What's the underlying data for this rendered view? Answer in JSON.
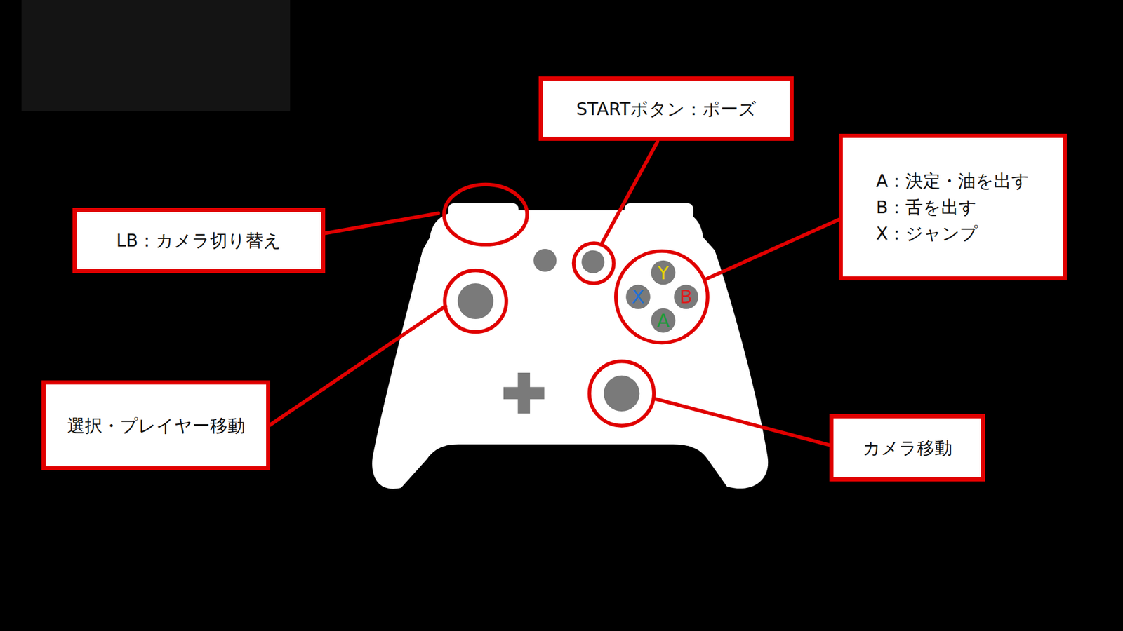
{
  "diagram": {
    "nodes": [
      {
        "text": [
          "STARTボタン：ポーズ"
        ]
      },
      {
        "text": [
          "A：決定・油を出す",
          "B：舌を出す",
          "X：ジャンプ"
        ]
      },
      {
        "text": [
          "LB：カメラ切り替え"
        ]
      },
      {
        "text": [
          "選択・プレイヤー移動"
        ]
      },
      {
        "text": [
          "カメラ移動"
        ]
      }
    ],
    "labels": [
      "Y",
      "X",
      "B",
      "A"
    ]
  }
}
